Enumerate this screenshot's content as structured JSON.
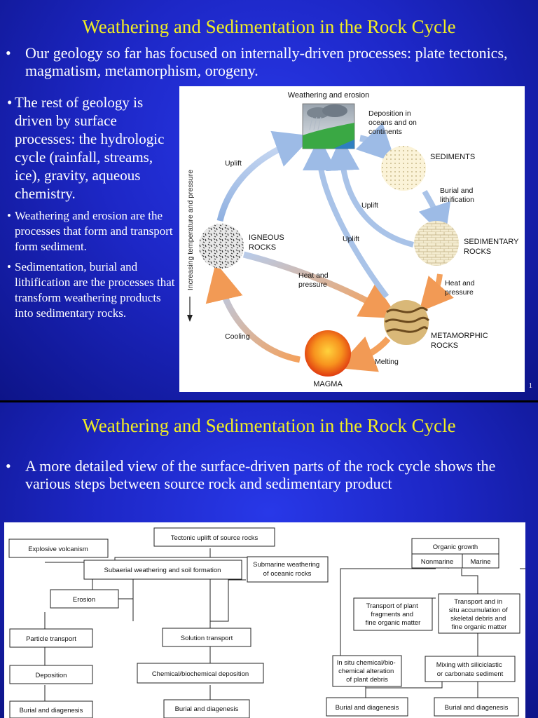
{
  "slide1": {
    "title": "Weathering and Sedimentation in the Rock Cycle",
    "intro_bullet": "Our geology so far has focused on internally-driven processes: plate tectonics, magmatism, metamorphism, orogeny.",
    "left_bullets": [
      "The rest of geology is driven by surface processes: the hydrologic cycle (rainfall, streams, ice), gravity, aqueous chemistry.",
      "Weathering and erosion are the processes that form and transport form sediment.",
      "Sedimentation, burial and lithification are the processes that transform weathering products into sedimentary rocks."
    ],
    "page_number": "1",
    "diagram": {
      "weathering_and_erosion": "Weathering and erosion",
      "deposition": [
        "Deposition in",
        "oceans and on",
        "continents"
      ],
      "sediments": "SEDIMENTS",
      "burial": [
        "Burial and",
        "lithification"
      ],
      "sedimentary_rocks": [
        "SEDIMENTARY",
        "ROCKS"
      ],
      "heat_pressure_right": [
        "Heat and",
        "pressure"
      ],
      "metamorphic_rocks": [
        "METAMORPHIC",
        "ROCKS"
      ],
      "melting": "Melting",
      "magma": "MAGMA",
      "cooling": "Cooling",
      "igneous_rocks": [
        "IGNEOUS",
        "ROCKS"
      ],
      "uplift_left": "Uplift",
      "uplift_mid": "Uplift",
      "uplift_inner": "Uplift",
      "heat_pressure_mid": [
        "Heat and",
        "pressure"
      ],
      "axis_label": "Increasing temperature and pressure"
    },
    "colors": {
      "title": "#f2ee22",
      "arrow_blue": "#a9c3e8",
      "arrow_orange": "#f4a15c",
      "magma": "#ee5a14"
    }
  },
  "slide2": {
    "title": "Weathering and Sedimentation in the Rock Cycle",
    "bullet": "A more detailed view of the surface-driven parts of the rock cycle shows the various steps between source rock and sedimentary product",
    "flowchart": {
      "tectonic_uplift": "Tectonic uplift of source rocks",
      "explosive_volcanism": "Explosive volcanism",
      "subaerial_weathering": "Subaerial weathering and soil formation",
      "submarine_weathering": [
        "Submarine weathering",
        "of oceanic rocks"
      ],
      "erosion": "Erosion",
      "particle_transport": "Particle transport",
      "solution_transport": "Solution transport",
      "deposition": "Deposition",
      "chemical_deposition": "Chemical/biochemical deposition",
      "burial_1": "Burial and diagenesis",
      "burial_2": "Burial and diagenesis",
      "organic_growth": "Organic growth",
      "nonmarine": "Nonmarine",
      "marine": "Marine",
      "transport_plant": [
        "Transport of plant",
        "fragments and",
        "fine organic matter"
      ],
      "transport_insitu": [
        "Transport and in",
        "situ accumulation of",
        "skeletal debris and",
        "fine organic matter"
      ],
      "insitu_chemical": [
        "In situ chemical/bio-",
        "chemical alteration",
        "of plant debris"
      ],
      "mixing": [
        "Mixing with siliciclastic",
        "or carbonate sediment"
      ],
      "burial_3": "Burial and diagenesis",
      "burial_4": "Burial and diagenesis"
    }
  }
}
